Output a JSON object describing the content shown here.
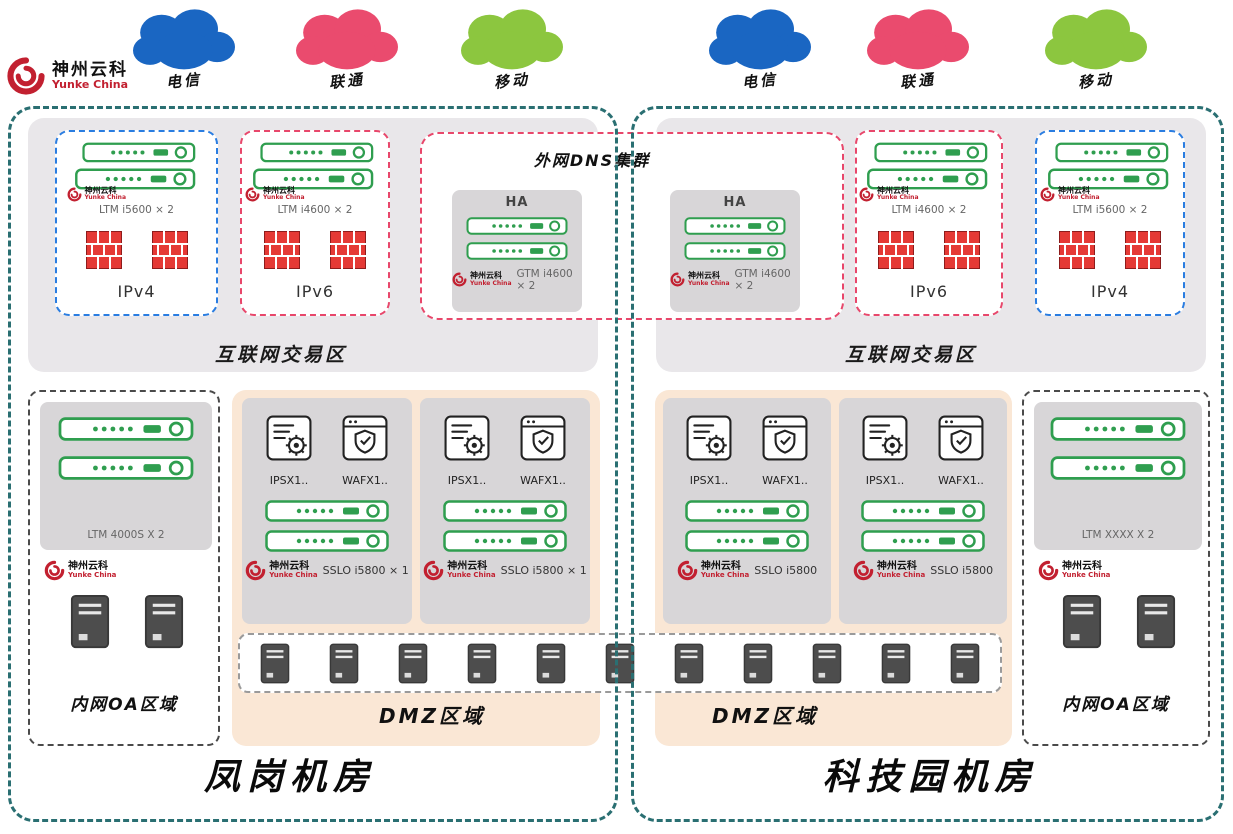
{
  "brand": {
    "name_cn": "神州云科",
    "name_en": "Yunke China"
  },
  "isp_clouds": [
    {
      "name": "telecom-left",
      "label": "电信"
    },
    {
      "name": "unicom-left",
      "label": "联通"
    },
    {
      "name": "mobile-left",
      "label": "移动"
    },
    {
      "name": "telecom-right",
      "label": "电信"
    },
    {
      "name": "unicom-right",
      "label": "联通"
    },
    {
      "name": "mobile-right",
      "label": "移动"
    }
  ],
  "dns_cluster": {
    "title": "外网DNS集群",
    "ha_nodes": [
      {
        "title": "HA",
        "caption": "GTM i4600 × 2"
      },
      {
        "title": "HA",
        "caption": "GTM i4600 × 2"
      }
    ]
  },
  "left_dc": {
    "name": "凤岗机房",
    "internet_zone_label": "互联网交易区",
    "ipv4": {
      "label": "IPv4",
      "caption": "LTM i5600 × 2"
    },
    "ipv6": {
      "label": "IPv6",
      "caption": "LTM i4600 × 2"
    },
    "oa_zone": {
      "label": "内网OA区域",
      "caption": "LTM 4000S X 2"
    },
    "dmz": {
      "label": "DMZ区域",
      "panels": [
        {
          "ips_label": "IPSX1..",
          "waf_label": "WAFX1..",
          "caption": "SSLO i5800 × 1"
        },
        {
          "ips_label": "IPSX1..",
          "waf_label": "WAFX1..",
          "caption": "SSLO i5800 × 1"
        }
      ]
    }
  },
  "right_dc": {
    "name": "科技园机房",
    "internet_zone_label": "互联网交易区",
    "ipv6": {
      "label": "IPv6",
      "caption": "LTM i4600 × 2"
    },
    "ipv4": {
      "label": "IPv4",
      "caption": "LTM i5600 × 2"
    },
    "oa_zone": {
      "label": "内网OA区域",
      "caption": "LTM XXXX X 2"
    },
    "dmz": {
      "label": "DMZ区域",
      "panels": [
        {
          "ips_label": "IPSX1..",
          "waf_label": "WAFX1..",
          "caption": "SSLO i5800"
        },
        {
          "ips_label": "IPSX1..",
          "waf_label": "WAFX1..",
          "caption": "SSLO i5800"
        }
      ]
    }
  },
  "colors": {
    "datacenter_border": "#2a6f72",
    "ipv4_border": "#2a7de1",
    "ipv6_border": "#e8476b",
    "dns_border": "#e8476b",
    "appliance_green": "#2f9e4f",
    "firewall_red": "#e53935",
    "dmz_background": "#fae7d5",
    "zone_background": "#e9e7ea",
    "cloud_telecom": "#1a66c2",
    "cloud_unicom": "#ea4b6e",
    "cloud_mobile": "#8cc63f",
    "brand_red": "#c22030"
  }
}
